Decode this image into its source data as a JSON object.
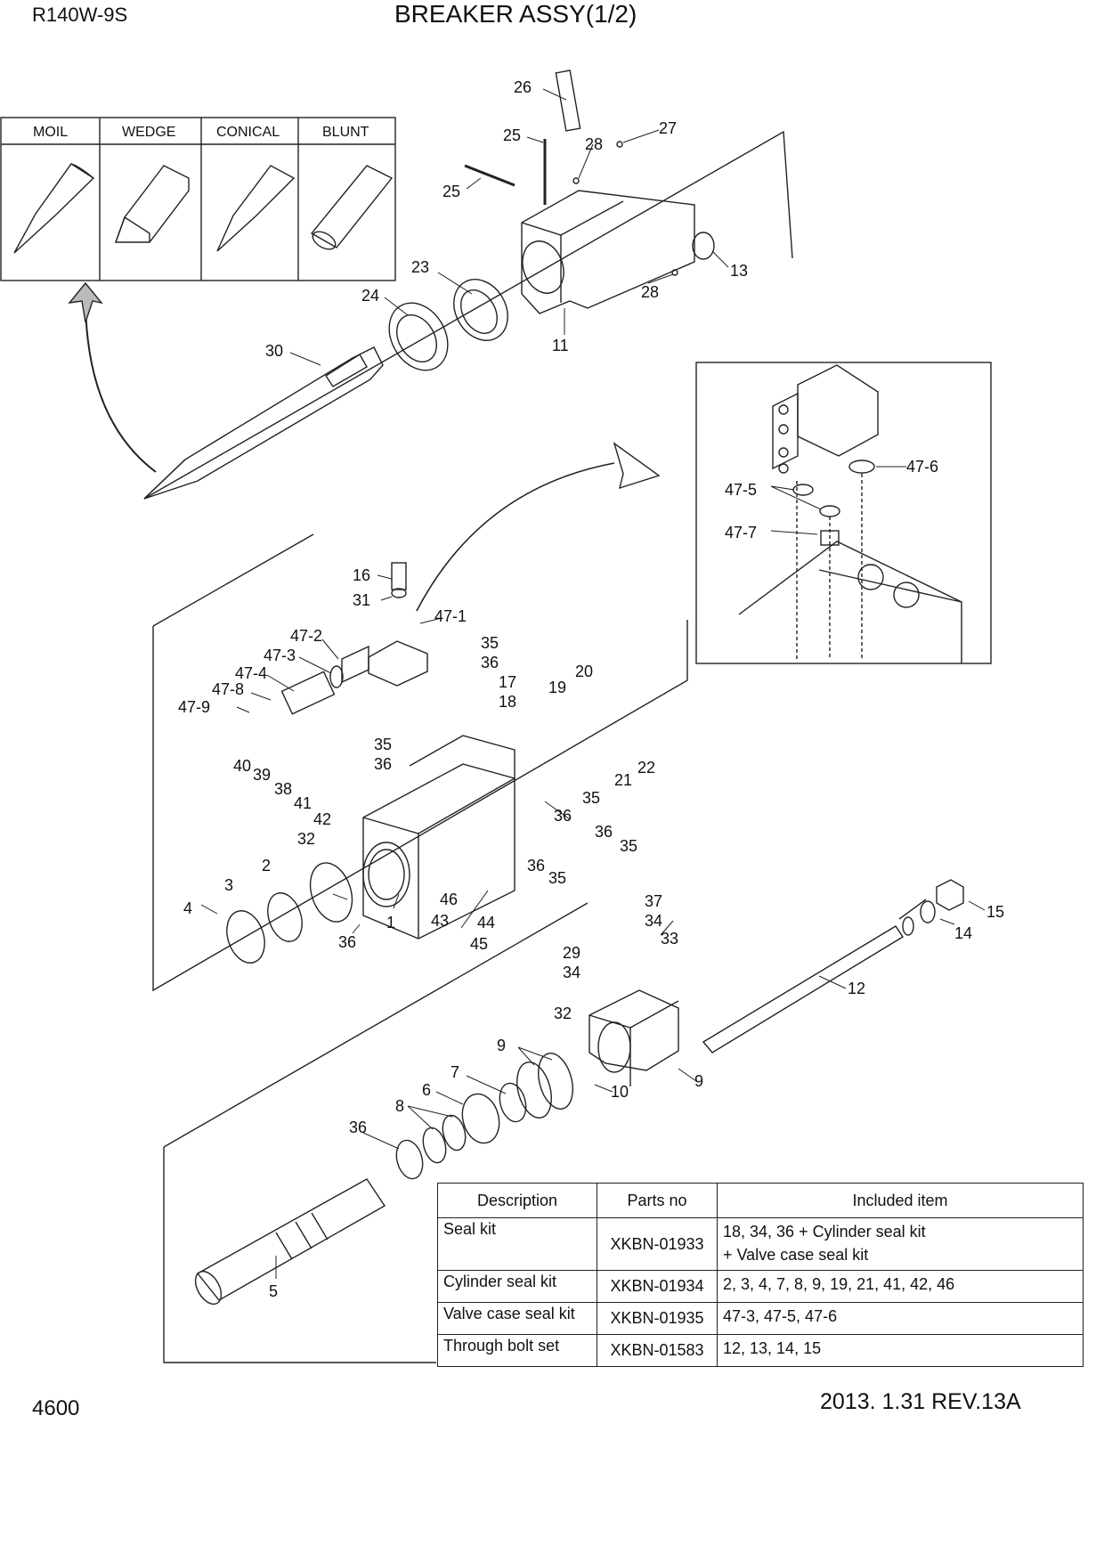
{
  "header": {
    "model": "R140W-9S",
    "title": "BREAKER ASSY(1/2)"
  },
  "footer": {
    "page": "4600",
    "revision": "2013. 1.31  REV.13A"
  },
  "chisel_types": [
    "MOIL",
    "WEDGE",
    "CONICAL",
    "BLUNT"
  ],
  "part_labels": [
    "26",
    "25",
    "28",
    "27",
    "25",
    "13",
    "23",
    "24",
    "28",
    "11",
    "30",
    "47-6",
    "47-5",
    "47-7",
    "16",
    "31",
    "47-1",
    "47-2",
    "47-3",
    "47-4",
    "47-8",
    "47-9",
    "35",
    "36",
    "17",
    "18",
    "19",
    "20",
    "35",
    "36",
    "40",
    "39",
    "38",
    "41",
    "42",
    "21",
    "22",
    "35",
    "36",
    "36",
    "35",
    "32",
    "2",
    "3",
    "4",
    "36",
    "1",
    "36",
    "35",
    "46",
    "43",
    "44",
    "45",
    "15",
    "14",
    "37",
    "34",
    "33",
    "29",
    "34",
    "12",
    "32",
    "9",
    "7",
    "6",
    "8",
    "9",
    "10",
    "36",
    "5"
  ],
  "kit_table": {
    "headers": [
      "Description",
      "Parts no",
      "Included item"
    ],
    "rows": [
      {
        "description": "Seal kit",
        "parts_no": "XKBN-01933",
        "included_1": "18, 34, 36 + Cylinder seal kit",
        "included_2": "+ Valve case seal kit"
      },
      {
        "description": "Cylinder seal kit",
        "parts_no": "XKBN-01934",
        "included_1": "2, 3, 4, 7, 8, 9, 19, 21, 41, 42, 46"
      },
      {
        "description": "Valve case seal kit",
        "parts_no": "XKBN-01935",
        "included_1": "47-3, 47-5, 47-6"
      },
      {
        "description": "Through bolt set",
        "parts_no": "XKBN-01583",
        "included_1": "12, 13, 14, 15"
      }
    ]
  }
}
